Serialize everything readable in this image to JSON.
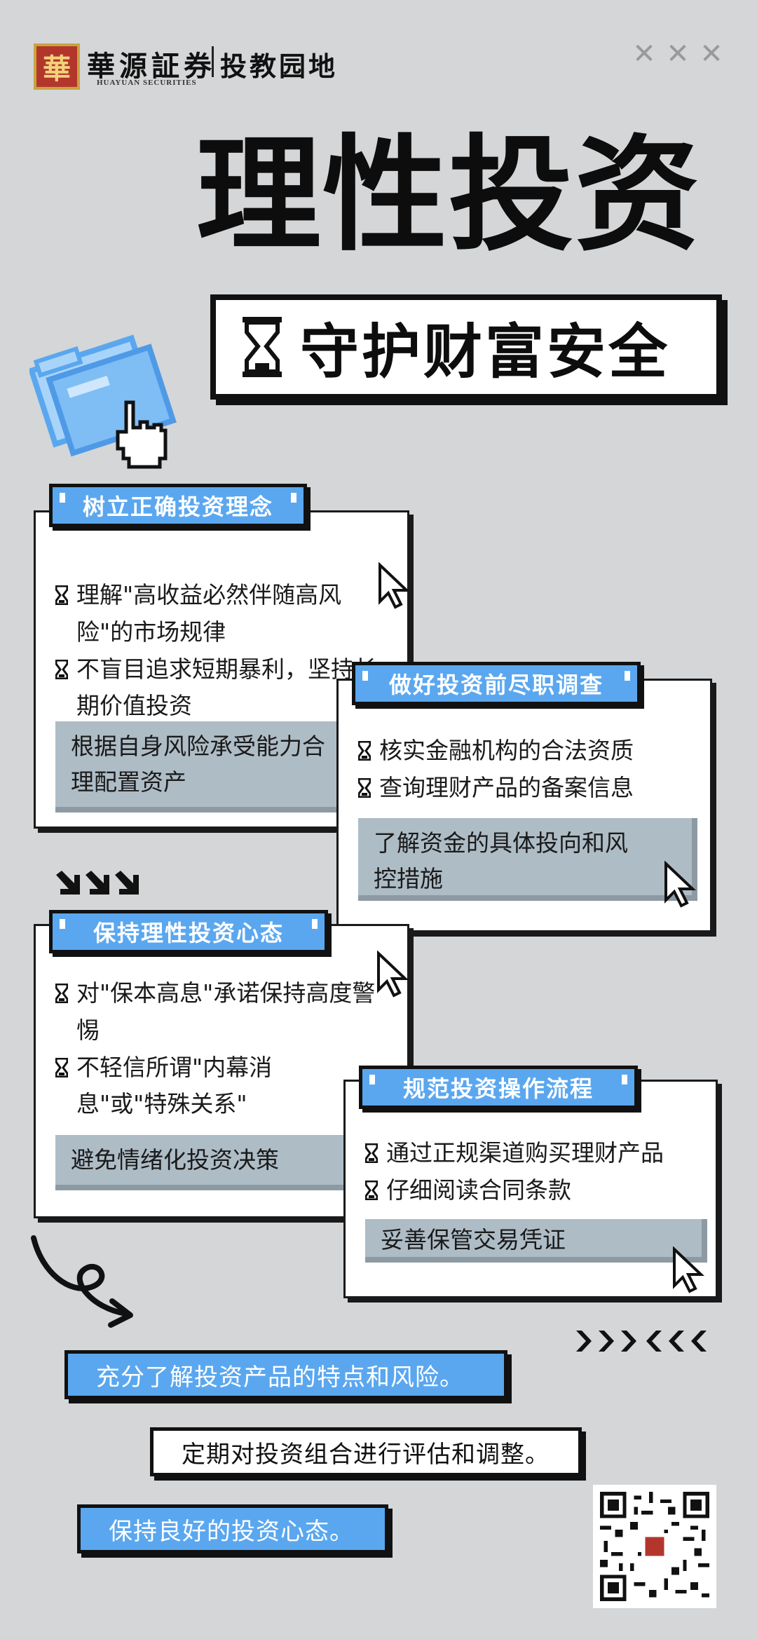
{
  "header": {
    "logo_glyph": "華",
    "brand_name": "華源証券",
    "brand_en": "HUAYUAN SECURITIES",
    "brand_sub": "投教园地",
    "close_glyph": "✕"
  },
  "hero": {
    "title": "理性投资",
    "subtitle": "守护财富安全"
  },
  "cards": [
    {
      "tag": "树立正确投资理念",
      "items": [
        "理解\"高收益必然伴随高风险\"的市场规律",
        "不盲目追求短期暴利，坚持长期价值投资"
      ],
      "note": "根据自身风险承受能力合理配置资产"
    },
    {
      "tag": "做好投资前尽职调查",
      "items": [
        "核实金融机构的合法资质",
        "查询理财产品的备案信息"
      ],
      "note": "了解资金的具体投向和风控措施"
    },
    {
      "tag": "保持理性投资心态",
      "items": [
        "对\"保本高息\"承诺保持高度警惕",
        "不轻信所谓\"内幕消息\"或\"特殊关系\""
      ],
      "note": "避免情绪化投资决策"
    },
    {
      "tag": "规范投资操作流程",
      "items": [
        "通过正规渠道购买理财产品",
        "仔细阅读合同条款"
      ],
      "note": "妥善保管交易凭证"
    }
  ],
  "footer": {
    "lines": [
      "充分了解投资产品的特点和风险。",
      "定期对投资组合进行评估和调整。",
      "保持良好的投资心态。"
    ]
  },
  "colors": {
    "background": "#d4d6d8",
    "accent_blue": "#5aa7ef",
    "note_gray": "#aebcc6",
    "logo_red": "#b3362c"
  },
  "icons": [
    "hourglass-icon",
    "cursor-arrow-icon",
    "hand-pointer-icon",
    "folder-icon",
    "close-icon",
    "qr-code"
  ]
}
